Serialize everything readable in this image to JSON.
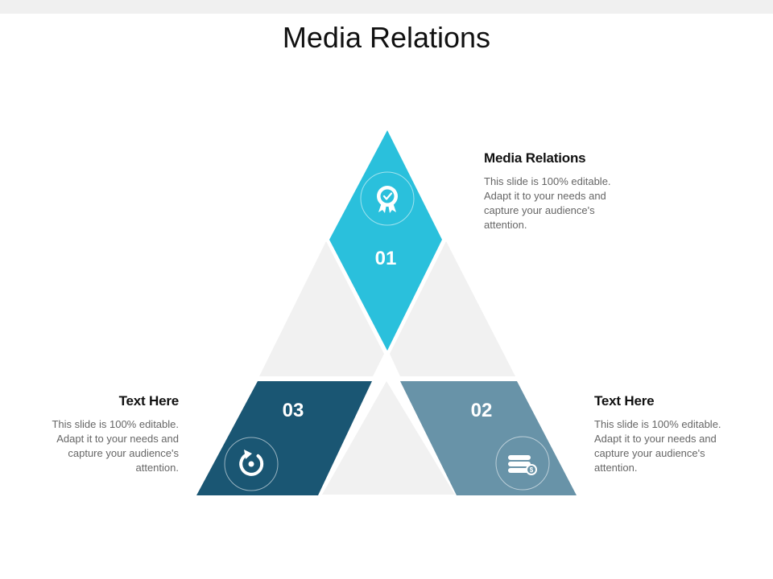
{
  "title": "Media Relations",
  "colors": {
    "segment_01": "#2ac0dc",
    "segment_02": "#6893a8",
    "segment_03": "#1a5673",
    "background_triangle": "#f1f1f1"
  },
  "segments": [
    {
      "number": "01",
      "icon": "award-badge-icon"
    },
    {
      "number": "02",
      "icon": "coins-dollar-icon"
    },
    {
      "number": "03",
      "icon": "refresh-icon"
    }
  ],
  "blocks": [
    {
      "heading": "Media Relations",
      "body": "This slide is 100% editable. Adapt it to your needs and capture your audience's attention."
    },
    {
      "heading": "Text Here",
      "body": "This slide is 100% editable. Adapt it to your needs and capture your audience's attention."
    },
    {
      "heading": "Text Here",
      "body": "This slide is 100% editable. Adapt it to your needs and capture your audience's attention."
    }
  ]
}
